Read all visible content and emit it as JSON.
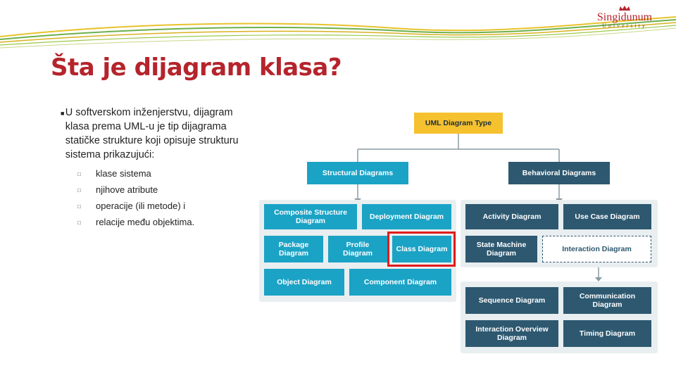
{
  "logo": {
    "name": "Singidunum",
    "sub": "University"
  },
  "slide": {
    "title": "Šta je dijagram klasa?",
    "bullet": "U softverskom inženjerstvu, dijagram klasa prema UML-u je tip dijagrama statičke strukture koji opisuje strukturu sistema prikazujući:",
    "subitems": [
      "klase sistema",
      "njihove atribute",
      "operacije (ili metode) i",
      "relacije među objektima."
    ]
  },
  "diagram": {
    "root": "UML Diagram Type",
    "structural": "Structural Diagrams",
    "behavioral": "Behavioral Diagrams",
    "structural_children": [
      "Composite Structure Diagram",
      "Deployment Diagram",
      "Package Diagram",
      "Profile Diagram",
      "Class Diagram",
      "Object Diagram",
      "Component Diagram"
    ],
    "behavioral_children": [
      "Activity Diagram",
      "Use Case Diagram",
      "State Machine Diagram",
      "Interaction Diagram"
    ],
    "interaction_children": [
      "Sequence Diagram",
      "Communication Diagram",
      "Interaction Overview Diagram",
      "Timing Diagram"
    ],
    "highlighted": "Class Diagram",
    "colors": {
      "root": "#f6c12f",
      "structural": "#1ba3c6",
      "behavioral": "#2d5870",
      "highlight": "#e11c1c"
    }
  }
}
